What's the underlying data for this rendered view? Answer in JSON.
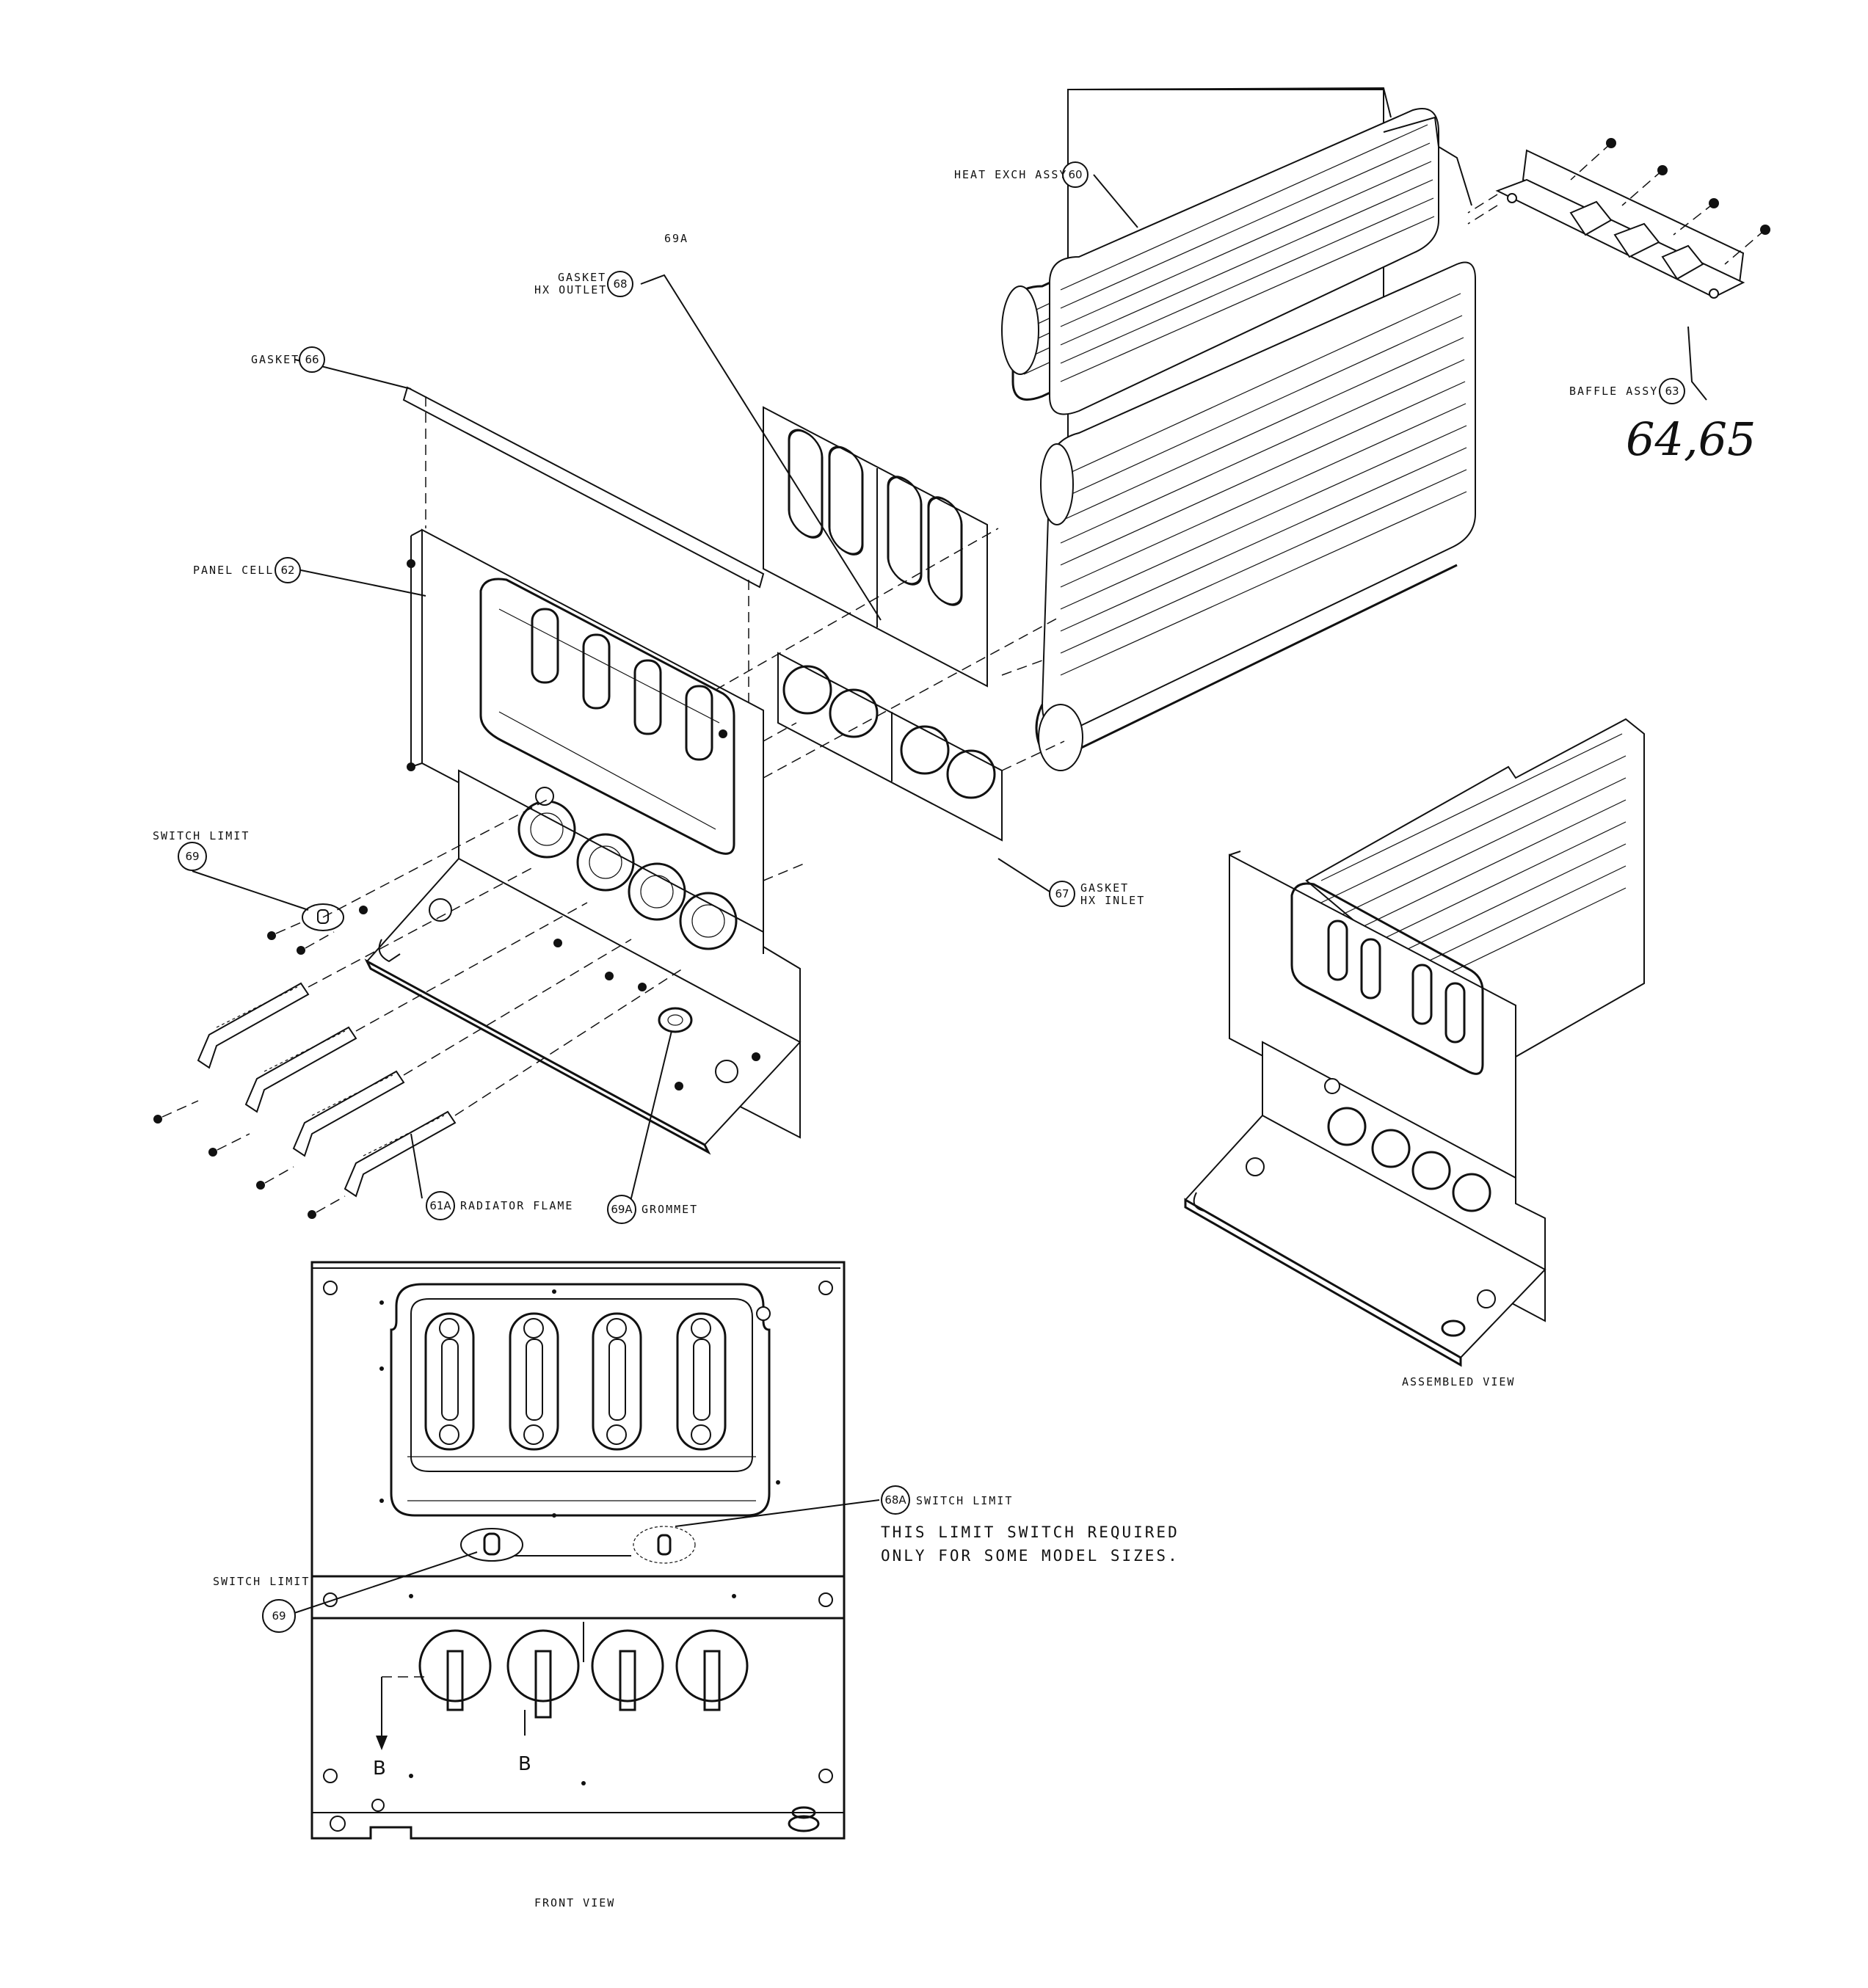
{
  "labels": {
    "heat_exch": "HEAT EXCH ASSY",
    "gasket_hx_outlet_1": "GASKET",
    "gasket_hx_outlet_2": "HX OUTLET",
    "gasket": "GASKET",
    "panel_cell": "PANEL CELL",
    "switch_limit_top": "SWITCH LIMIT",
    "baffle": "BAFFLE ASSY",
    "gasket_hx_inlet_1": "GASKET",
    "gasket_hx_inlet_2": "HX INLET",
    "radiator_flame": "RADIATOR FLAME",
    "grommet": "GROMMET",
    "switch_limit_68a": "SWITCH LIMIT",
    "switch_limit_front": "SWITCH LIMIT",
    "loose_69a": "69A"
  },
  "callouts": {
    "c60": "60",
    "c68": "68",
    "c66": "66",
    "c62": "62",
    "c69_top": "69",
    "c63": "63",
    "c67": "67",
    "c61a": "61A",
    "c69a": "69A",
    "c68a": "68A",
    "c69_front": "69"
  },
  "handwritten": "64,65",
  "note_line_1": "THIS LIMIT SWITCH REQUIRED",
  "note_line_2": "ONLY FOR SOME MODEL SIZES.",
  "section_marks": [
    "B",
    "B"
  ],
  "views": {
    "assembled": "ASSEMBLED VIEW",
    "front": "FRONT VIEW"
  }
}
